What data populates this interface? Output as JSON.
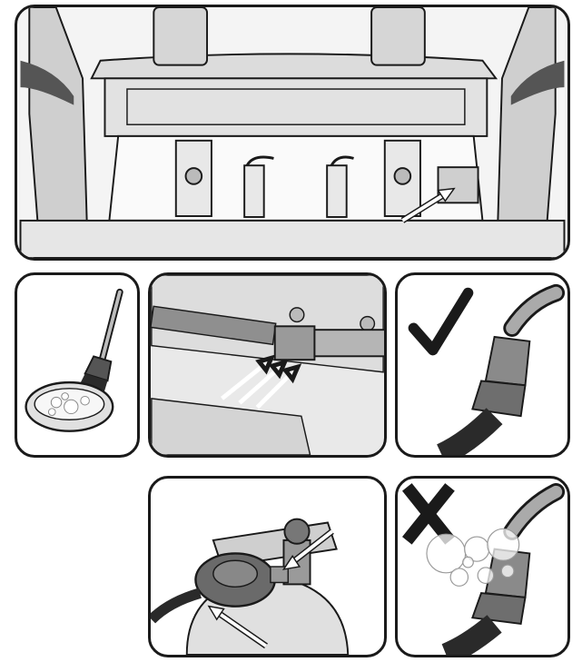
{
  "document": {
    "panels": [
      {
        "id": "grill-underside",
        "content": "illustration"
      },
      {
        "id": "brush-and-soapy-water",
        "content": "illustration"
      },
      {
        "id": "valve-fitting-closeup",
        "content": "illustration"
      },
      {
        "id": "no-leak",
        "content": "illustration"
      },
      {
        "id": "tank-regulator",
        "content": "illustration"
      },
      {
        "id": "leak-bubbles",
        "content": "illustration"
      }
    ],
    "symbols": {
      "correct_icon": "checkmark-icon",
      "wrong_icon": "x-mark-icon"
    },
    "colors": {
      "outline": "#1a1a1a",
      "panel_fill": "#f2f2f2",
      "metal": "#9a9a9a",
      "hose": "#2a2a2a",
      "arrow": "#ffffff"
    }
  }
}
